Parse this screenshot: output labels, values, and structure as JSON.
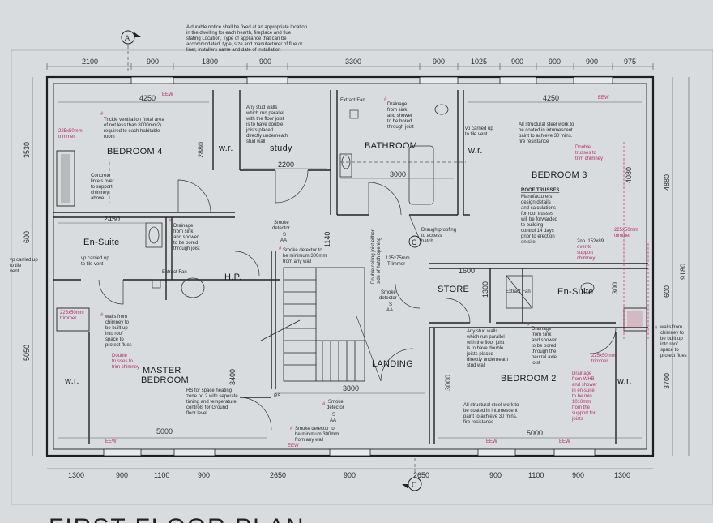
{
  "title": "FIRST FLOOR PLAN",
  "section_markers": [
    "A",
    "C",
    "C"
  ],
  "top_note": [
    "A durable notice shall be fixed at an appropriate location",
    "in the dwelling for each hearth, fireplace and flue",
    "stating Location, Type of appliance that can be",
    "accommodated, type, size and manufacturer of flue or",
    "liner, installers name and date of installation"
  ],
  "dims_top": [
    "2100",
    "900",
    "1800",
    "900",
    "3300",
    "900",
    "1025",
    "900",
    "900",
    "900",
    "975"
  ],
  "dims_bottom": [
    "1300",
    "900",
    "1100",
    "900",
    "2650",
    "900",
    "2650",
    "900",
    "1100",
    "900",
    "1300"
  ],
  "dims_left": [
    "3530",
    "600",
    "5050"
  ],
  "dims_right": [
    "4880",
    "9180",
    "600",
    "3700"
  ],
  "dims_inner": [
    "4250",
    "4250",
    "2880",
    "2200",
    "3000",
    "4080",
    "2450",
    "1140",
    "3400",
    "5000",
    "5000",
    "3800",
    "1600",
    "1300",
    "300",
    "3000",
    "125x75mm",
    "Trimmer",
    "2no. 152x89",
    "over to",
    "support",
    "chimney"
  ],
  "rooms": {
    "bedroom4": "BEDROOM 4",
    "wr1": "w.r.",
    "study": "study",
    "bathroom": "BATHROOM",
    "wr2": "w.r.",
    "bedroom3": "BEDROOM 3",
    "ensuite1": "En-Suite",
    "hp": "H.P.",
    "store": "STORE",
    "ensuite2": "En-Suite",
    "wr3": "w.r.",
    "master": "MASTER",
    "master2": "BEDROOM",
    "landing": "LANDING",
    "bedroom2": "BEDROOM 2",
    "wr4": "w.r."
  },
  "notes": {
    "trickle": [
      "Trickle ventilation (total area",
      "of not less than 8000mm2)",
      "required to each habitable",
      "room"
    ],
    "stud": [
      "Any stud walls",
      "which run parallel",
      "with the floor joist",
      "is to have double",
      "joists placed",
      "directly underneath",
      "stud wall"
    ],
    "extract1": "Extract Fan",
    "drain1": [
      "Drainage",
      "from sink",
      "and shower",
      "to be bored",
      "through joist"
    ],
    "vp1": [
      "vp carried up",
      "to tile vent"
    ],
    "steel1": [
      "All structural steel work to",
      "be coated in intumescent",
      "paint to achieve 30 mins.",
      "fire resistance"
    ],
    "trusses_red": [
      "Double",
      "trusses to",
      "trim chimney"
    ],
    "concrete": [
      "Concrete",
      "lintels over",
      "to support",
      "chimney",
      "above"
    ],
    "trimmer1": [
      "225x50mm",
      "trimmer"
    ],
    "drain2": [
      "Drainage",
      "from sink",
      "and shower",
      "to be bored",
      "through joist"
    ],
    "smoke1": [
      "Smoke",
      "detector"
    ],
    "smoke_rule1": [
      "Smoke detector to",
      "be minimum 300mm",
      "from any wall"
    ],
    "ceiling": [
      "Double ceiling joist either",
      "side of hatch opening"
    ],
    "draught": [
      "Draughtproofing",
      "to access",
      "hatch."
    ],
    "roof_head": "ROOF TRUSSES",
    "roof": [
      "Manufacturers",
      "design details",
      "and calculations",
      "for roof trusses",
      "will be forwarded",
      "to building",
      "control 14 days",
      "prior to erection",
      "on site"
    ],
    "trimmer2": [
      "225x50mm",
      "trimmer"
    ],
    "vp2": [
      "vp carried up",
      "to tile vent"
    ],
    "vp3": [
      "vp carried up",
      "to tile",
      "vent"
    ],
    "extract2": "Extract Fan",
    "trimmer3": [
      "225x50mm",
      "trimmer"
    ],
    "chimney1": [
      "walls from",
      "chimney to",
      "be built up",
      "into roof",
      "space to",
      "protect flues"
    ],
    "double_red": [
      "Double",
      "trusses to",
      "trim chimney"
    ],
    "smoke2": [
      "Smoke",
      "detector"
    ],
    "extract3": "Extract Fan",
    "drain3": [
      "Drainage",
      "from sink",
      "and shower",
      "to be bored",
      "through the",
      "neutral axle",
      "joist"
    ],
    "stud2": [
      "Any stud walls",
      "which run parallel",
      "with the floor joist",
      "is to have double",
      "joists placed",
      "directly underneath",
      "stud wall"
    ],
    "trimmer4": [
      "225x50mm",
      "trimmer"
    ],
    "chimney2": [
      "walls from",
      "chimney to",
      "be built up",
      "into roof",
      "space to",
      "protect flues"
    ],
    "drain_red": [
      "Drainage",
      "from WHB",
      "and shower",
      "in en-suite",
      "to be min",
      "1010mm",
      "from the",
      "support for",
      "joists"
    ],
    "rs": [
      "RS for space heating",
      "zone no.2 with seperate",
      "timing and temperature",
      "controls for Ground",
      "floor level."
    ],
    "rs_tag": "RS",
    "smoke3": [
      "Smoke",
      "detector"
    ],
    "smoke_rule2": [
      "Smoke detector to",
      "be minimum 300mm",
      "from any wall"
    ],
    "steel2": [
      "All structural steel work to",
      "be coated in intumescent",
      "paint to achieve 30 mins.",
      "fire resistance"
    ],
    "eew": [
      "EEW",
      "EEW",
      "EEW",
      "EEW",
      "EEW",
      "EEW"
    ],
    "sa": [
      "S",
      "S",
      "S"
    ],
    "sa_sub": [
      "AA",
      "AA",
      "AA"
    ]
  }
}
